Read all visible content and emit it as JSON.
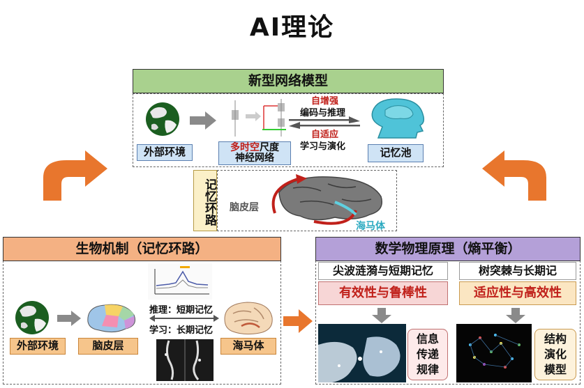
{
  "title": "AI理论",
  "top": {
    "header": "新型网络模型",
    "env_label": "外部环境",
    "net_label_red": "多时空",
    "net_label_rest": "尺度",
    "net_label_line2": "神经网络",
    "arrow_top_red": "自增强",
    "arrow_top_black": "编码与推理",
    "arrow_bottom_red": "自适应",
    "arrow_bottom_black": "学习与演化",
    "pool_label": "记忆池"
  },
  "middle": {
    "loop_label": "记忆环路",
    "cortex_label": "脑皮层",
    "hippo_label": "海马体"
  },
  "left": {
    "header": "生物机制（记忆环路）",
    "env_label": "外部环境",
    "cortex_label": "脑皮层",
    "reasoning": "推理：短期记忆",
    "learning": "学习：长期记忆",
    "hippo_label": "海马体"
  },
  "right": {
    "header": "数学物理原理（熵平衡）",
    "col1_title": "尖波涟漪与短期记忆",
    "col1_sub": "有效性与鲁棒性",
    "col1_side": "信息传递规律",
    "col2_title": "树突棘与长期记",
    "col2_sub": "适应性与高效性",
    "col2_side": "结构演化模型"
  },
  "colors": {
    "green_header": "#a9d18e",
    "orange_header": "#f4b183",
    "purple_header": "#b4a0d8",
    "arrow_orange": "#e8762d",
    "accent_red": "#c0201a"
  }
}
